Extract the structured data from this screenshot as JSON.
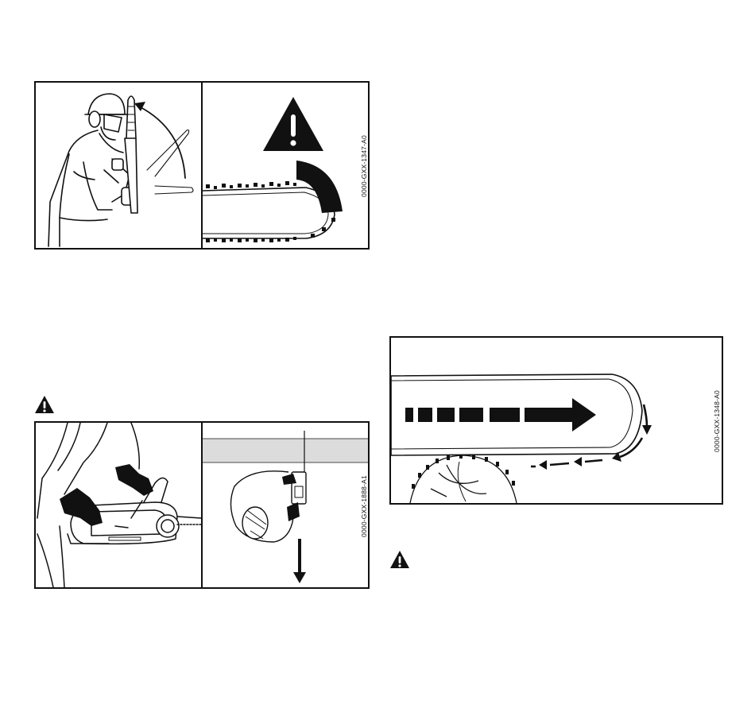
{
  "figures": [
    {
      "id": "fig-kickback",
      "code": "0000-GXX-1347-A0"
    },
    {
      "id": "fig-pinch",
      "code": "0000-GXX-1888-A1"
    },
    {
      "id": "fig-chain-direction",
      "code": "0000-GXX-1348-A0"
    }
  ],
  "colors": {
    "ink": "#111111",
    "wood_band": "#dcdcdc"
  },
  "icons": [
    "warning-triangle-icon",
    "warning-triangle-icon",
    "warning-triangle-icon"
  ]
}
